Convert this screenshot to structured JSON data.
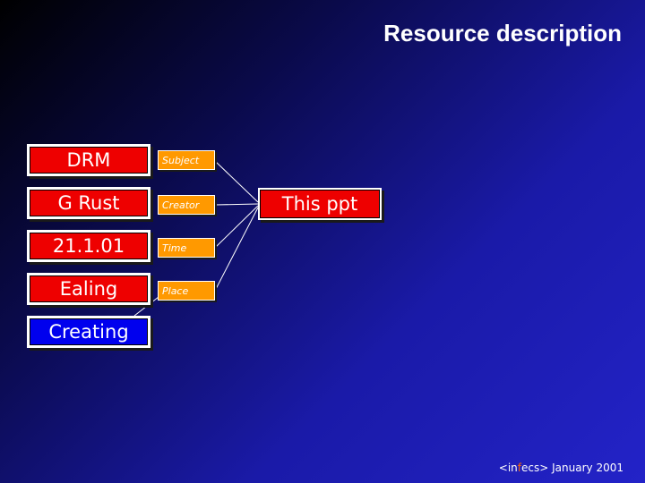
{
  "title": "Resource description",
  "values": [
    {
      "label": "DRM",
      "property": "Subject"
    },
    {
      "label": "G Rust",
      "property": "Creator"
    },
    {
      "label": "21.1.01",
      "property": "Time"
    },
    {
      "label": "Ealing",
      "property": "Place"
    }
  ],
  "activity": "Creating",
  "target": "This ppt",
  "footer": {
    "lt": "<",
    "brand_prefix": "in",
    "brand_accent": "f",
    "brand_suffix": "ecs",
    "gt": ">",
    "date": " January 2001"
  },
  "colors": {
    "value_box": "#ee0000",
    "activity_box": "#0000ee",
    "property_box": "#ff9900"
  }
}
